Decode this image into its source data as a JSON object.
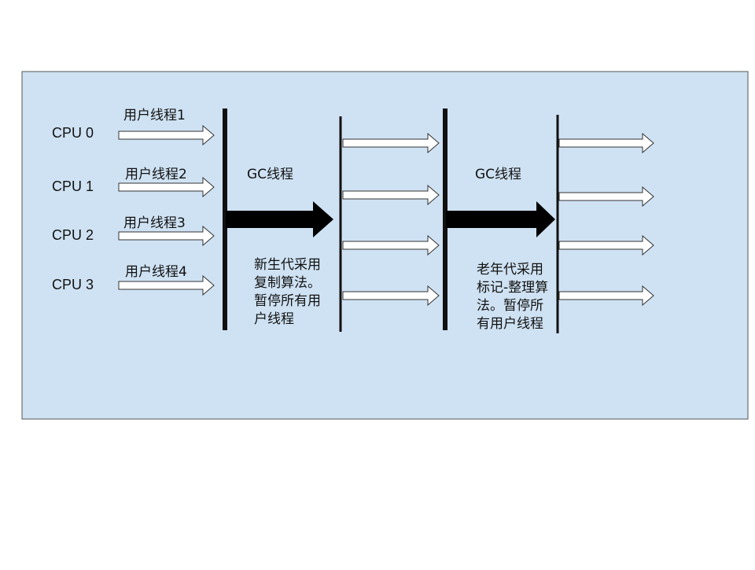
{
  "diagram": {
    "background_color": "#cfe2f3",
    "border_color": "#555555",
    "cpus": [
      "CPU 0",
      "CPU 1",
      "CPU 2",
      "CPU 3"
    ],
    "user_threads": [
      "用户线程1",
      "用户线程2",
      "用户线程3",
      "用户线程4"
    ],
    "gc_labels": [
      "GC线程",
      "GC线程"
    ],
    "notes": [
      "新生代采用复制算法。暂停所有用户线程",
      "老年代采用标记-整理算法。暂停所有用户线程"
    ]
  }
}
